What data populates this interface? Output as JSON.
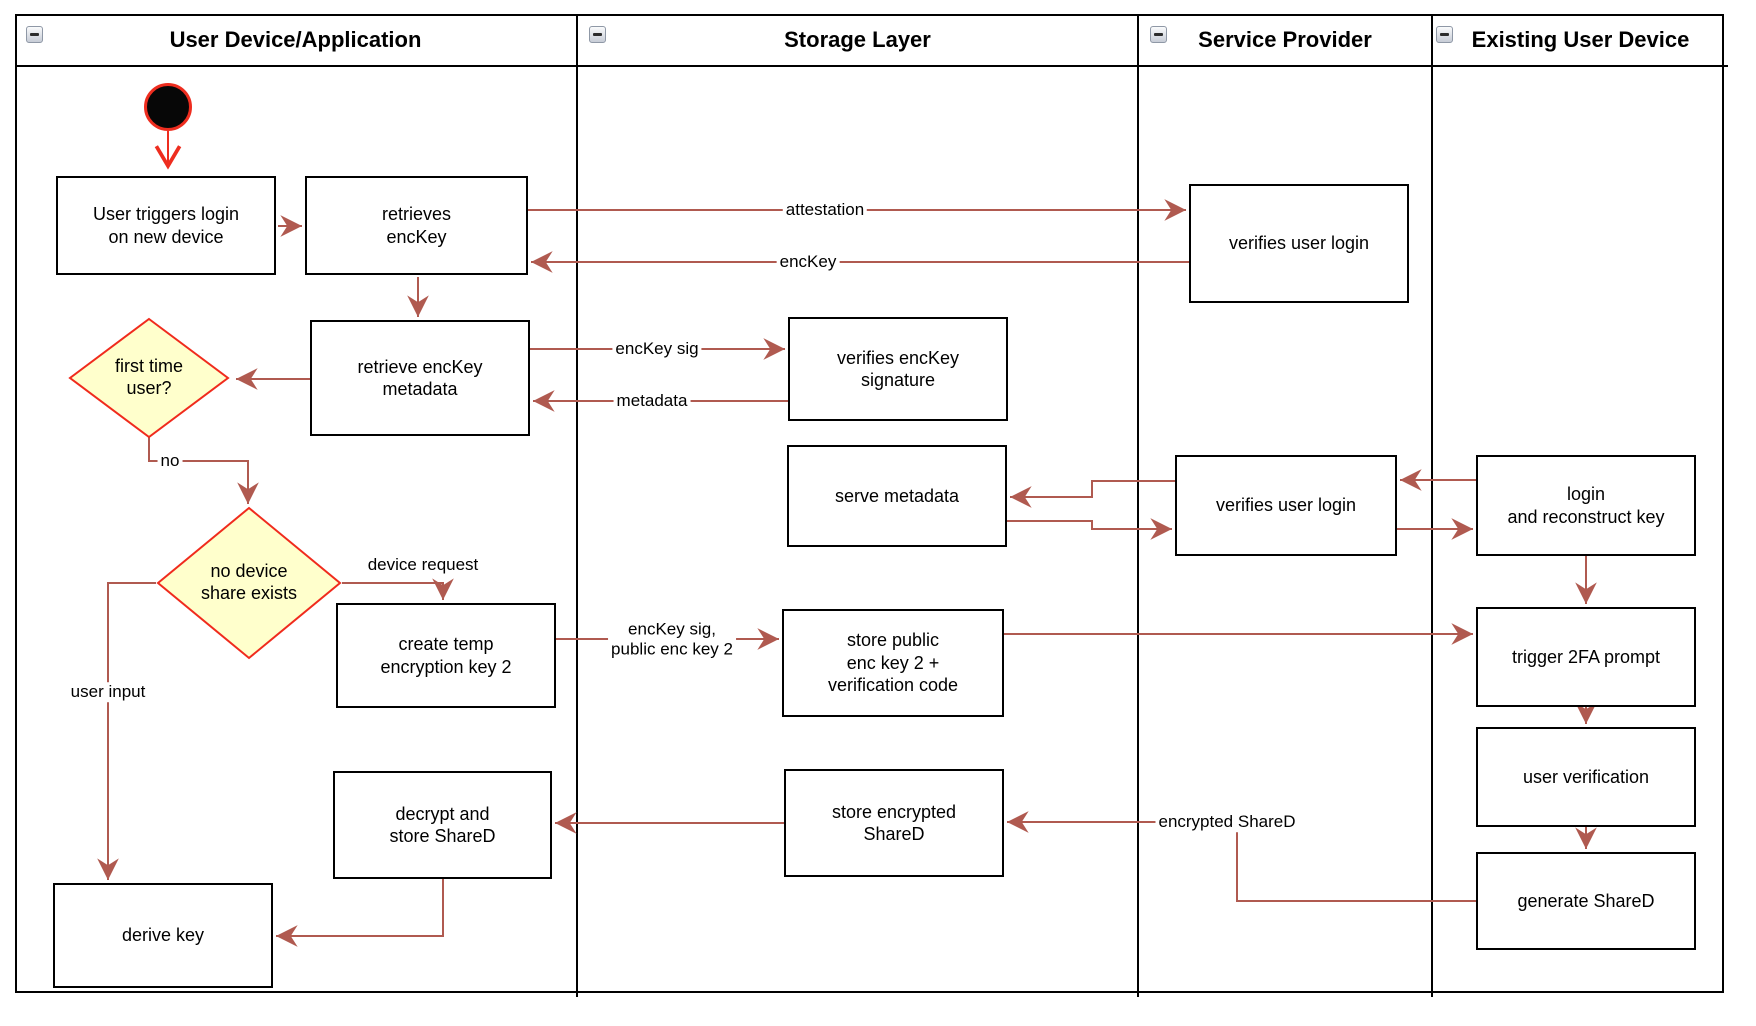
{
  "diagram": {
    "lanes": [
      {
        "title": "User Device/Application"
      },
      {
        "title": "Storage Layer"
      },
      {
        "title": "Service Provider"
      },
      {
        "title": "Existing User Device"
      }
    ],
    "nodes": {
      "user_triggers_login": "User triggers login\non new device",
      "retrieves_enckey": "retrieves\nencKey",
      "verifies_user_login_top": "verifies user login",
      "retrieve_enckey_metadata": "retrieve encKey\nmetadata",
      "first_time_user": "first time\nuser?",
      "verifies_enckey_signature": "verifies encKey\nsignature",
      "serve_metadata": "serve metadata",
      "verifies_user_login_mid": "verifies user login",
      "login_and_reconstruct_key": "login\nand reconstruct key",
      "no_device_share_exists": "no device\nshare exists",
      "create_temp_encryption_key_2": "create temp\nencryption key 2",
      "store_public_enc_key_2": "store public\nenc key 2 +\nverification code",
      "trigger_2fa_prompt": "trigger 2FA prompt",
      "user_verification": "user verification",
      "decrypt_and_store_shared": "decrypt and\nstore ShareD",
      "store_encrypted_shared": "store encrypted\nShareD",
      "generate_shared": "generate ShareD",
      "derive_key": "derive key"
    },
    "edge_labels": {
      "attestation": "attestation",
      "enckey": "encKey",
      "enckey_sig": "encKey sig",
      "metadata": "metadata",
      "no": "no",
      "device_request": "device request",
      "user_input": "user input",
      "enckey_sig_public": "encKey sig,\npublic enc key 2",
      "encrypted_shared": "encrypted ShareD"
    },
    "colors": {
      "edge": "#b05a50",
      "start_accent": "#ee2d1f",
      "decision_fill": "#ffffcc",
      "decision_border": "#f02b1d",
      "node_fill": "#ffffff",
      "node_border": "#000000"
    }
  }
}
